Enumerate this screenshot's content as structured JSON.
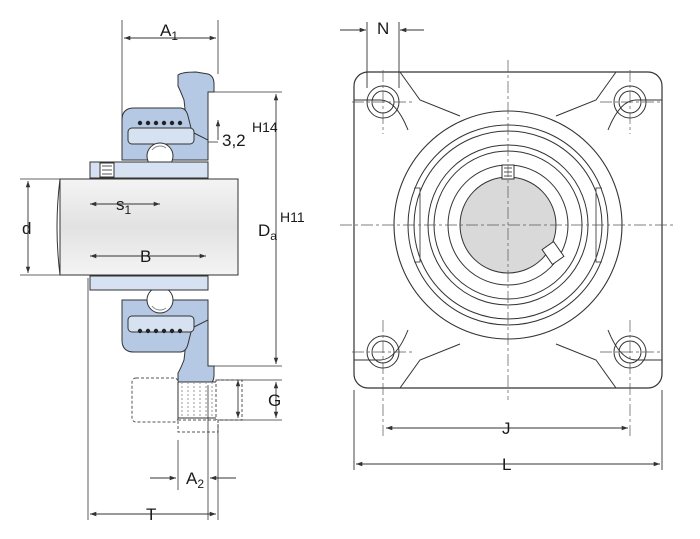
{
  "dims": {
    "A1": {
      "main": "A",
      "sub": "1"
    },
    "N": "N",
    "fit_h14": {
      "value": "3,2",
      "tol": "H14"
    },
    "s1": {
      "main": "s",
      "sub": "1"
    },
    "d": "d",
    "Da": {
      "main": "D",
      "sub": "a",
      "tol": "H11"
    },
    "B": "B",
    "G": "G",
    "A2": {
      "main": "A",
      "sub": "2"
    },
    "T": "T",
    "J": "J",
    "L": "L"
  },
  "colors": {
    "housing": "#b6c9e4",
    "housing_light": "#d6e2f1",
    "shaft": "#e7e7e7",
    "line": "#333333",
    "bore": "#d9d9d9"
  }
}
